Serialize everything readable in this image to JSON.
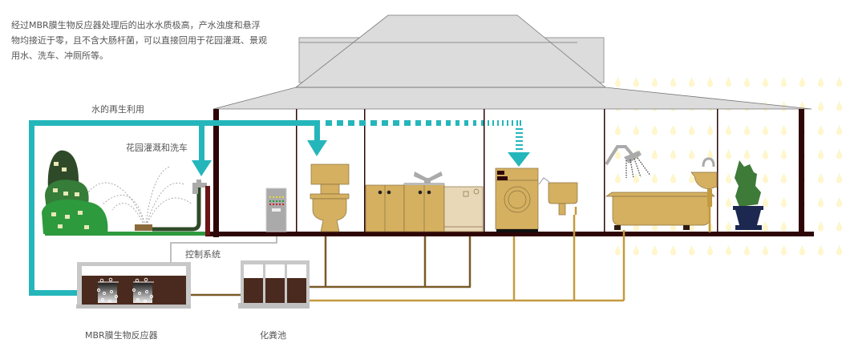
{
  "description": "经过MBR膜生物反应器处理后的出水水质极高，产水浊度和悬浮物均接近于零，且不含大肠杆菌，可以直接回用于花园灌溉、景观用水、洗车、冲厕所等。",
  "labels": {
    "water_reuse": "水的再生利用",
    "garden": "花园灌溉和洗车",
    "control": "控制系统",
    "mbr": "MBR膜生物反应器",
    "septic": "化粪池"
  },
  "colors": {
    "reuse_pipe": "#25b6bb",
    "wall": "#2e0607",
    "roof": "#dcdcdc",
    "fixture": "#d4b060",
    "sludge": "#4a2a1e",
    "drain_dark": "#7a5a28",
    "drain_light": "#c49a3e",
    "grass": "#2e9a3e",
    "pot": "#1c2850",
    "droplet": "#fff6cc"
  }
}
